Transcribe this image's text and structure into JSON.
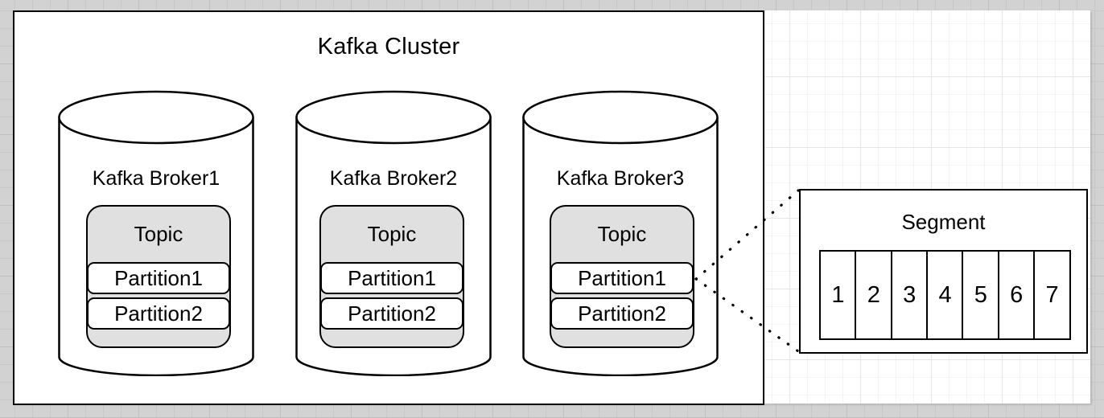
{
  "diagram": {
    "cluster_title": "Kafka Cluster",
    "brokers": [
      {
        "name": "Kafka Broker1",
        "topic": {
          "label": "Topic",
          "partitions": [
            "Partition1",
            "Partition2"
          ]
        }
      },
      {
        "name": "Kafka Broker2",
        "topic": {
          "label": "Topic",
          "partitions": [
            "Partition1",
            "Partition2"
          ]
        }
      },
      {
        "name": "Kafka Broker3",
        "topic": {
          "label": "Topic",
          "partitions": [
            "Partition1",
            "Partition2"
          ]
        }
      }
    ],
    "segment": {
      "title": "Segment",
      "cells": [
        "1",
        "2",
        "3",
        "4",
        "5",
        "6",
        "7"
      ]
    },
    "connector_note": "dotted lines fan out from Kafka Broker3 Partition1 to the Segment box corners",
    "colors": {
      "shape_border": "#000000",
      "topic_fill": "#e0e0e0",
      "shape_fill": "#ffffff",
      "page_bg": "#ffffff",
      "canvas_outer_bg": "#d2d2d2"
    }
  }
}
